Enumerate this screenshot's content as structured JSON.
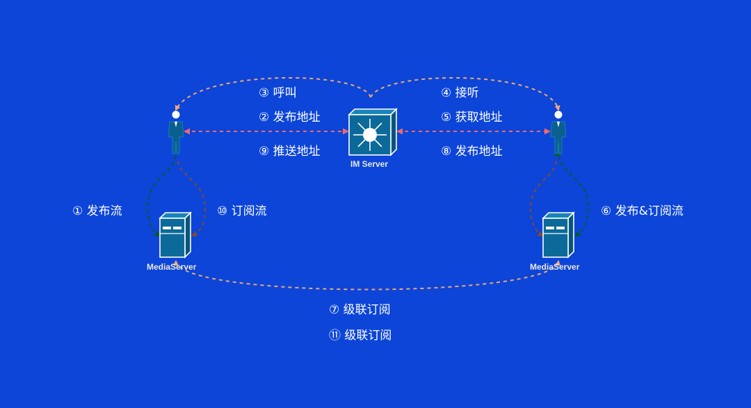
{
  "colors": {
    "background": "#0c45d8",
    "peach_arrow": "#f0a878",
    "red_arrow": "#f06a6a",
    "green_arrow": "#0d5a1e",
    "brown_arrow": "#8a4a22",
    "node_fill": "#0b6a99",
    "node_stroke": "#ffffff"
  },
  "nodes": {
    "im_server": {
      "label": "IM Server",
      "icon": "network-switch-icon"
    },
    "left_user": {
      "icon": "person-icon"
    },
    "right_user": {
      "icon": "person-icon"
    },
    "left_media": {
      "label": "MediaServer",
      "icon": "server-tower-icon"
    },
    "right_media": {
      "label": "MediaServer",
      "icon": "server-tower-icon"
    }
  },
  "steps": {
    "s1": "① 发布流",
    "s2": "② 发布地址",
    "s3": "③ 呼叫",
    "s4": "④ 接听",
    "s5": "⑤  获取地址",
    "s6": "⑥ 发布&订阅流",
    "s7": "⑦   级联订阅",
    "s8": "⑧ 发布地址",
    "s9": "⑨ 推送地址",
    "s10": "⑩ 订阅流",
    "s11": "⑪   级联订阅"
  }
}
